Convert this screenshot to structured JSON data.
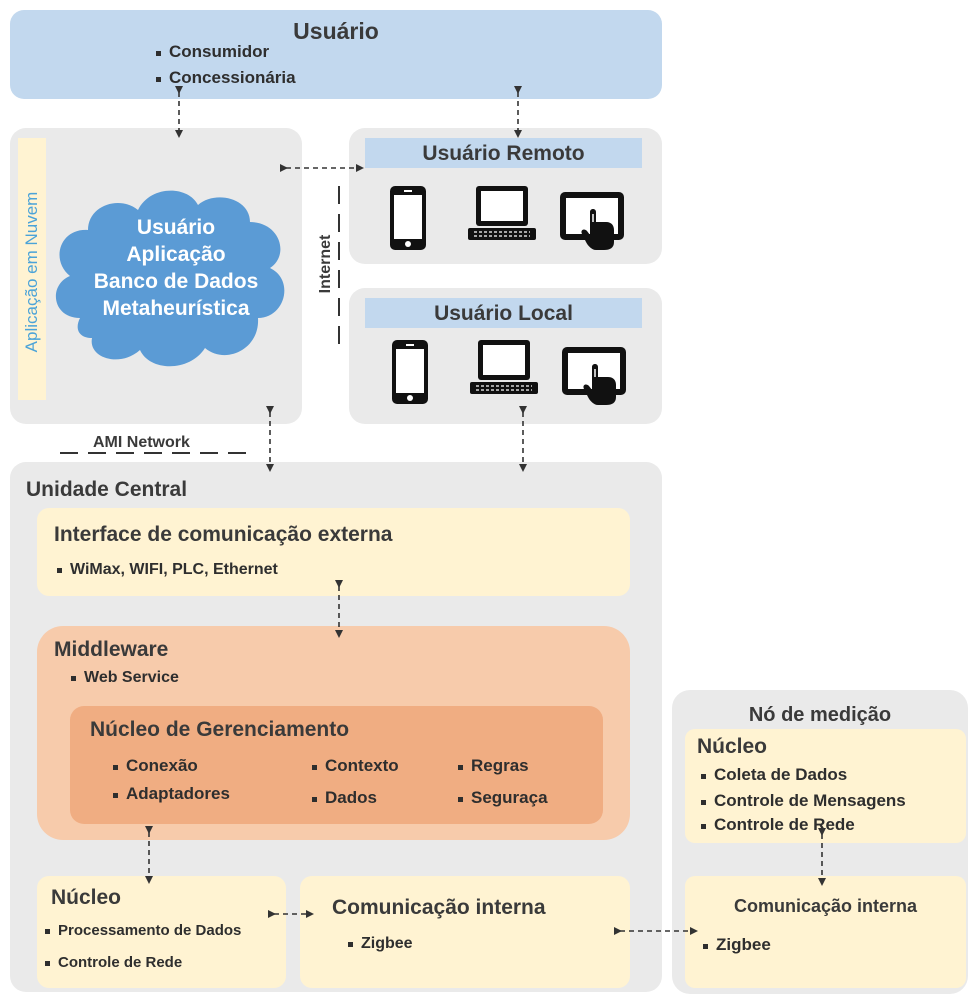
{
  "usuario": {
    "title": "Usuário",
    "items": [
      "Consumidor",
      "Concessionária"
    ]
  },
  "cloud": {
    "side_label": "Aplicação em Nuvem",
    "lines": [
      "Usuário",
      "Aplicação",
      "Banco de Dados",
      "Metaheurística"
    ]
  },
  "internet_label": "Internet",
  "ami_label": "AMI Network",
  "remote": {
    "title": "Usuário Remoto",
    "devices": [
      "phone-icon",
      "laptop-icon",
      "tablet-touch-icon"
    ]
  },
  "local": {
    "title": "Usuário Local",
    "devices": [
      "phone-icon",
      "laptop-icon",
      "tablet-touch-icon"
    ]
  },
  "central": {
    "title": "Unidade Central",
    "interface": {
      "title": "Interface de comunicação externa",
      "items": [
        "WiMax, WIFI, PLC, Ethernet"
      ]
    },
    "middleware": {
      "title": "Middleware",
      "items": [
        "Web Service"
      ],
      "core": {
        "title": "Núcleo de Gerenciamento",
        "col1": [
          "Conexão",
          "Adaptadores"
        ],
        "col2": [
          "Contexto",
          "Dados"
        ],
        "col3": [
          "Regras",
          "Seguraça"
        ]
      }
    },
    "nucleo": {
      "title": "Núcleo",
      "items": [
        "Processamento de Dados",
        "Controle de Rede"
      ]
    },
    "comm": {
      "title": "Comunicação interna",
      "items": [
        "Zigbee"
      ]
    }
  },
  "node": {
    "title": "Nó de medição",
    "nucleo": {
      "title": "Núcleo",
      "items": [
        "Coleta de Dados",
        "Controle de Mensagens",
        "Controle de Rede"
      ]
    },
    "comm": {
      "title": "Comunicação interna",
      "items": [
        "Zigbee"
      ]
    }
  },
  "colors": {
    "blue_header": "#c2d8ee",
    "gray_panel": "#eaeaea",
    "cream": "#fff3d2",
    "peach": "#f7cbab",
    "orange": "#f0ad82",
    "cloud": "#5b9bd5",
    "side_label_text": "#4ba3d8"
  }
}
